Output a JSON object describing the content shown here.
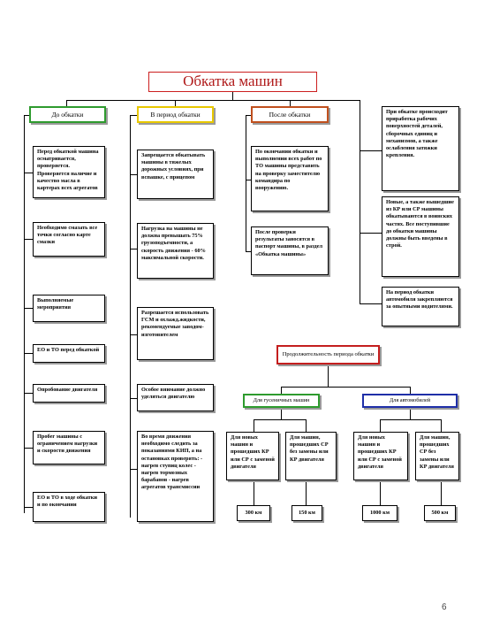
{
  "title": "Обкатка машин",
  "columns": {
    "before": {
      "header": "До обкатки",
      "header_color": "#2e9b2e",
      "items": [
        "Перед обкаткой машина осматривается, проверяется. Проверяется наличие и качество масла в картерах всех агрегатов",
        "Необходимо смазать все точки согласно карте смазки",
        "Выполняемые мероприятия",
        "ЕО и ТО перед обкаткой",
        "Опробование двигателя",
        "Пробег машины с ограничением нагрузки и скорости движения",
        "ЕО и ТО в ходе обкатки и по окончании"
      ]
    },
    "during": {
      "header": "В период обкатки",
      "header_color": "#e8c800",
      "items": [
        "Запрещается обкатывать машины в тяжелых дорожных условиях, при вспашке, с прицепом",
        "Нагрузка на машины не должна превышать 75% грузоподъемности, а скорость движения - 60% максимальной скорости.",
        "Разрешается использовать ГСМ и охлажд.жидкости, рекомендуемые заводом-изготовителем",
        "Особое внимание должно уделяться двигателю",
        "Во время движения необходимо следить за показаниями КИП, а на остановках проверять: - нагрев ступиц колес - нагрев тормозных барабанов - нагрев агрегатов трансмиссии"
      ]
    },
    "after": {
      "header": "После обкатки",
      "header_color": "#c0501e",
      "items": [
        "По окончании обкатки и выполнении всех работ по ТО машины представить на проверку заместителю командира по вооружению.",
        "После проверки результаты заносятся в паспорт машины, в раздел «Обкатка машины»"
      ]
    },
    "right": {
      "items": [
        "При обкатке происходит приработка рабочих поверхностей деталей, сборочных единиц и механизмов, а также ослабления затяжки крепления.",
        "Новые, а также вышедшие из КР или СР машины обкатываются в воинских частях. Все поступившие до обкатки машины должны быть введены в строй.",
        "На период обкатки автомобиля закрепляются за опытными водителями."
      ]
    }
  },
  "duration": {
    "header": "Продолжительность периода обкатки",
    "header_color": "#c41e1e",
    "tracked": {
      "header": "Для гусеничных машин",
      "header_color": "#2e9b2e",
      "items": [
        {
          "text": "Для новых машин и прошедших КР или СР с заменой двигателя",
          "value": "300 км"
        },
        {
          "text": "Для машин, прошедших СР без замены или КР двигателя",
          "value": "150 км"
        }
      ]
    },
    "cars": {
      "header": "Для автомобилей",
      "header_color": "#1f2fa8",
      "items": [
        {
          "text": "Для новых машин и прошедших КР или СР с заменой двигателя",
          "value": "1000 км"
        },
        {
          "text": "Для машин, прошедших СР без замены или КР двигателя",
          "value": "500 км"
        }
      ]
    }
  },
  "page_number": "6"
}
